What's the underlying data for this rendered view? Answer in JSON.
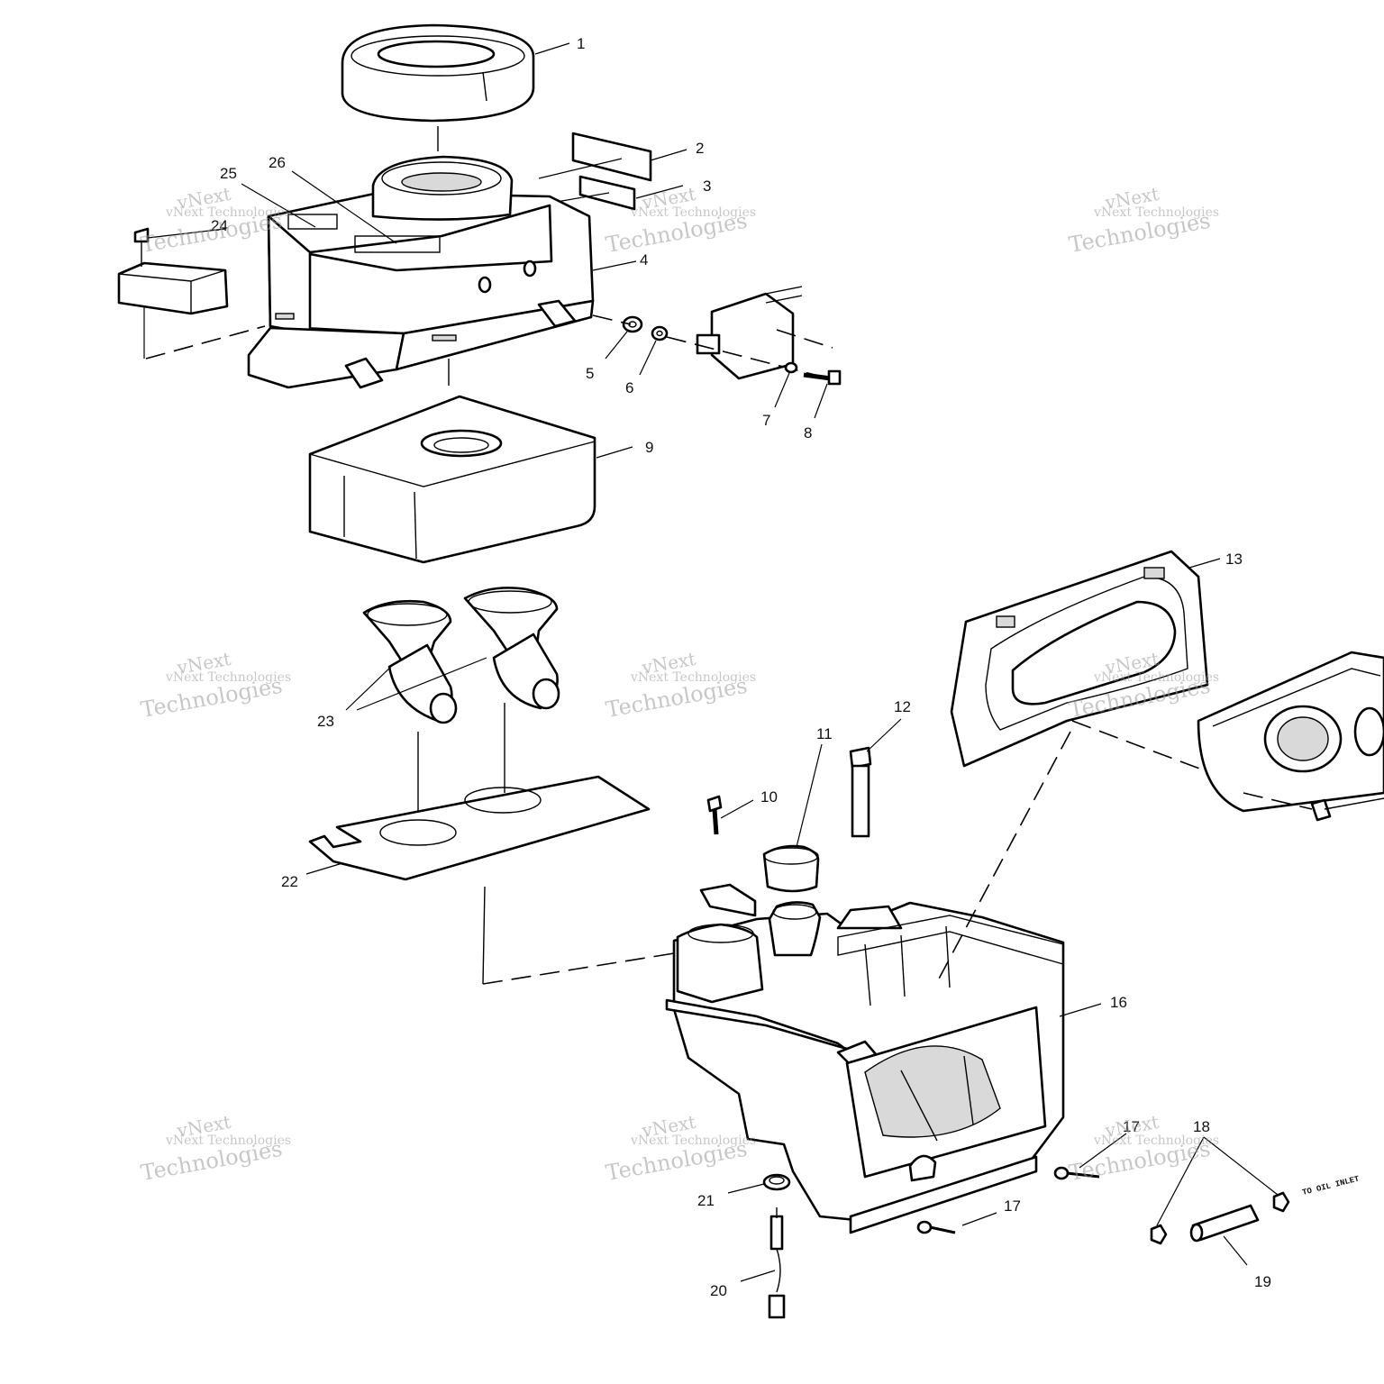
{
  "callouts": [
    "1",
    "2",
    "3",
    "4",
    "5",
    "6",
    "7",
    "8",
    "9",
    "10",
    "11",
    "12",
    "13",
    "16",
    "17",
    "17",
    "18",
    "19",
    "20",
    "21",
    "22",
    "23",
    "24",
    "25",
    "26"
  ],
  "note": "TO OIL INLET",
  "watermark": {
    "line1": "vNext",
    "line2": "vNext Technologies",
    "line3": "Technologies"
  },
  "colors": {
    "ink": "#000000",
    "watermark": "#9a9a9a",
    "background": "#ffffff"
  }
}
